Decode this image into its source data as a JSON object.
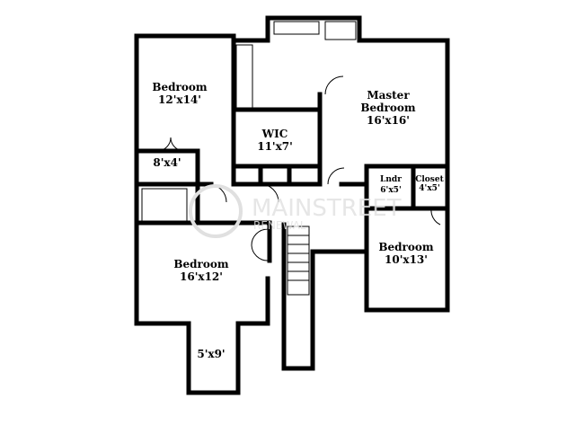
{
  "rooms": [
    {
      "name": "Bedroom",
      "size": "12'x14'"
    },
    {
      "name": "Master Bedroom",
      "name_line1": "Master",
      "name_line2": "Bedroom",
      "size": "16'x16'"
    },
    {
      "name": "WIC",
      "size": "11'x7'"
    },
    {
      "name": "",
      "size": "8'x4'"
    },
    {
      "name": "Lndr",
      "size": "6'x5'"
    },
    {
      "name": "Closet",
      "size": "4'x5'"
    },
    {
      "name": "Bedroom",
      "size": "10'x13'"
    },
    {
      "name": "Bedroom",
      "size": "16'x12'"
    },
    {
      "name": "",
      "size": "5'x9'"
    }
  ],
  "watermark": {
    "line1": "MAINSTREET",
    "line2": "RENEWAL"
  }
}
